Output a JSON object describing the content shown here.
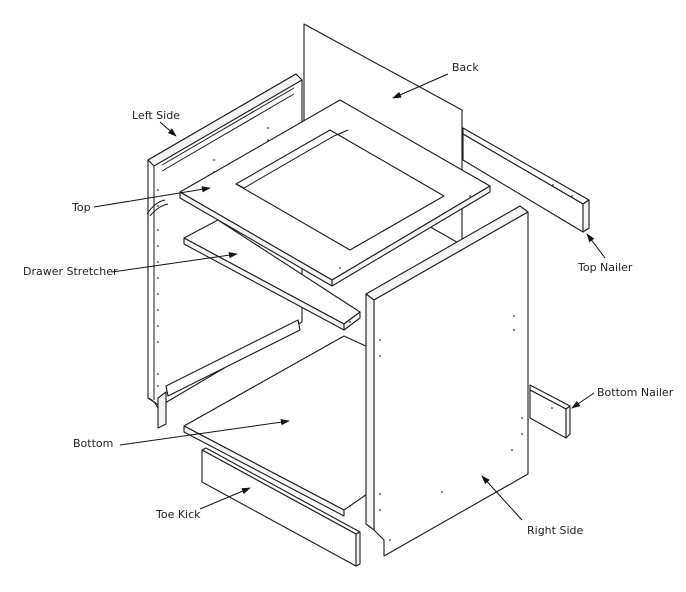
{
  "labels": {
    "back": "Back",
    "left_side": "Left Side",
    "top": "Top",
    "drawer_stretcher": "Drawer Stretcher",
    "top_nailer": "Top Nailer",
    "bottom_nailer": "Bottom Nailer",
    "bottom": "Bottom",
    "toe_kick": "Toe Kick",
    "right_side": "Right Side"
  }
}
